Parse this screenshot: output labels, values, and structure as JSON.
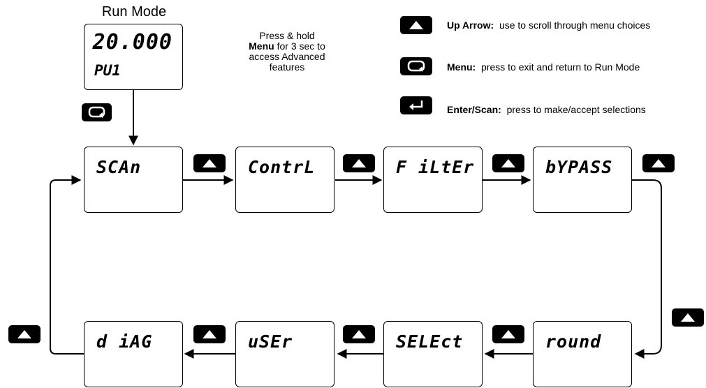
{
  "run_mode": {
    "title": "Run Mode",
    "display_value": "20.000",
    "display_unit": "PU1"
  },
  "note": {
    "line1": "Press & hold",
    "bold": "Menu",
    "line2_rest": "for 3 sec to",
    "line3": "access Advanced",
    "line4": "features"
  },
  "legend": {
    "up": {
      "label": "Up Arrow:",
      "text": "use to scroll through menu choices"
    },
    "menu": {
      "label": "Menu:",
      "text": "press to exit and return to Run Mode"
    },
    "enter": {
      "label": "Enter/Scan:",
      "text": "press to make/accept selections"
    }
  },
  "menu_top": [
    "SCAn",
    "ContrL",
    "F iLtEr",
    "bYPASS"
  ],
  "menu_bottom": [
    "d iAG",
    "uSEr",
    "SELEct",
    "round"
  ]
}
